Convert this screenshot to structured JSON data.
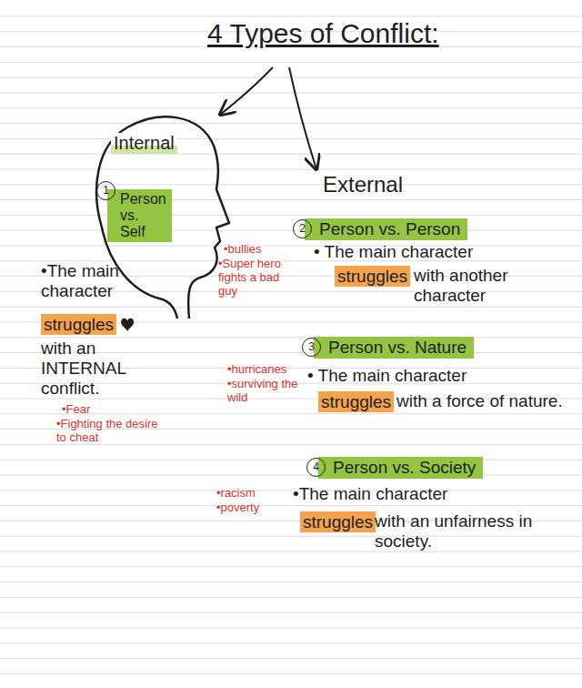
{
  "diagram": {
    "title": "4 Types of Conflict:",
    "nodes": [
      {
        "text": [
          "Internal"
        ]
      },
      {
        "text": [
          "Person vs. Self"
        ],
        "in": 0
      },
      {
        "text": [
          "1"
        ],
        "in": 1
      },
      {
        "text": [
          "struggles"
        ]
      },
      {
        "text": [
          "Person vs. Person"
        ]
      },
      {
        "text": [
          "2"
        ],
        "in": 4
      },
      {
        "text": [
          "struggles"
        ]
      },
      {
        "text": [
          "Person vs. Nature"
        ]
      },
      {
        "text": [
          "3"
        ],
        "in": 7
      },
      {
        "text": [
          "struggles"
        ]
      },
      {
        "text": [
          "Person vs. Society"
        ]
      },
      {
        "text": [
          "4"
        ],
        "in": 10
      },
      {
        "text": [
          "struggles"
        ]
      }
    ],
    "labels": [
      "External",
      "•The main character",
      "with an INTERNAL conflict.",
      "•Fear",
      "•Fighting the desire to cheat",
      "•bullies",
      "•Super hero fights a bad guy",
      "• The main character",
      "with another character",
      "•hurricanes",
      "•surviving the wild",
      "• The main character",
      "with a force of nature.",
      "•racism",
      "•poverty",
      "•The main character",
      "with an unfairness in society."
    ]
  }
}
